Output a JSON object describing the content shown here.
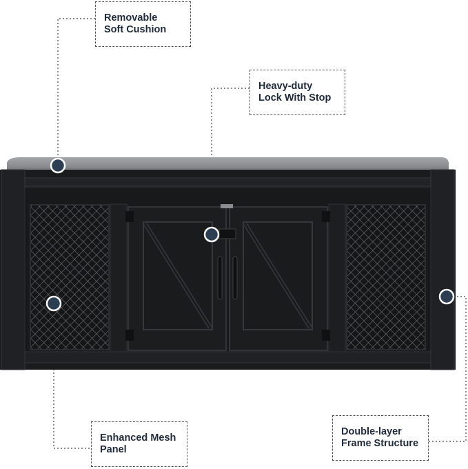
{
  "callouts": {
    "cushion": {
      "line1": "Removable",
      "line2": "Soft Cushion"
    },
    "lock": {
      "line1": "Heavy-duty",
      "line2": "Lock With Stop"
    },
    "mesh": {
      "line1": "Enhanced Mesh",
      "line2": "Panel"
    },
    "frame": {
      "line1": "Double-layer",
      "line2": "Frame Structure"
    }
  },
  "colors": {
    "cushion": "#8c8e92",
    "cabinet": "#1a1b1d",
    "marker": "#2d3e52",
    "text": "#1f2a3a"
  }
}
